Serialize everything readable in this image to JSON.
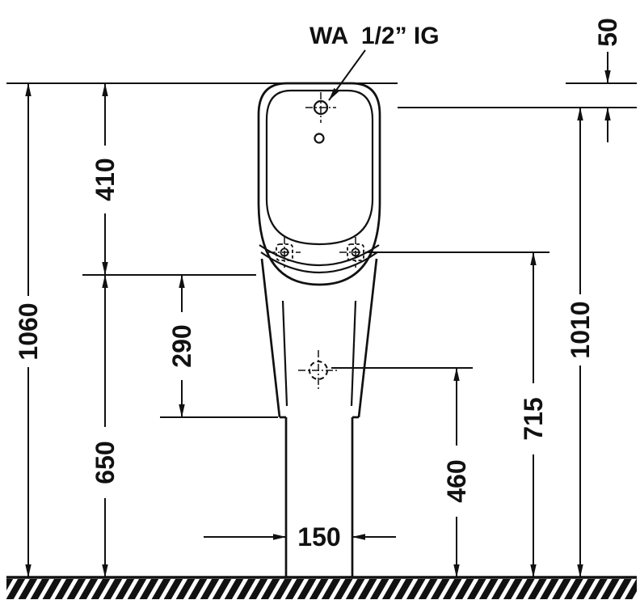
{
  "drawing": {
    "connection_label": "WA  1/2” IG",
    "dimensions": {
      "inlet_drop": "50",
      "top_section_height": "410",
      "overall_height": "1060",
      "front_panel_height": "290",
      "rim_bottom_height": "650",
      "fixing_holes_height": "715",
      "inlet_height": "1010",
      "drain_height": "460",
      "outlet_width": "150"
    },
    "colors": {
      "ink": "#111111",
      "background": "#ffffff"
    }
  }
}
